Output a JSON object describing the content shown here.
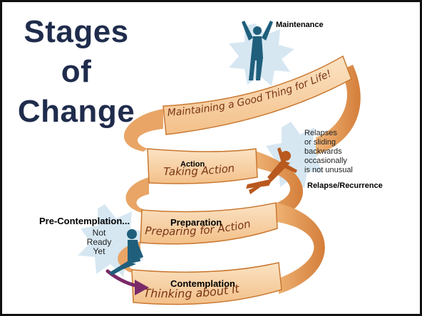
{
  "title": {
    "line1": "Stages",
    "line2": "of",
    "line3": "Change"
  },
  "colors": {
    "title": "#1f2c4c",
    "ribbon_front": "#f6d2a8",
    "ribbon_back": "#e39a56",
    "ribbon_edge": "#c9772f",
    "band_text": "#7a3414",
    "figure_teal": "#1f5f7c",
    "figure_orange": "#b8591f",
    "starburst": "#cfe3f0",
    "arrow": "#7a2a68"
  },
  "stages": {
    "maintenance": {
      "label": "Maintenance",
      "band_text": "Maintaining a Good Thing for Life!",
      "figure_icon": "person-arms-raised-icon"
    },
    "action": {
      "label": "Action",
      "band_text": "Taking Action"
    },
    "relapse": {
      "label": "Relapse/Recurrence",
      "note": [
        "Relapses",
        "or sliding",
        "backwards",
        "occasionally",
        "is not unusual"
      ],
      "figure_icon": "person-sliding-icon"
    },
    "preparation": {
      "label": "Preparation",
      "band_text": "Preparing for Action"
    },
    "precontemplation": {
      "label": "Pre-Contemplation...",
      "note": [
        "Not",
        "Ready",
        "Yet"
      ],
      "figure_icon": "person-sitting-icon"
    },
    "contemplation": {
      "label": "Contemplation",
      "band_text": "Thinking about it"
    }
  }
}
